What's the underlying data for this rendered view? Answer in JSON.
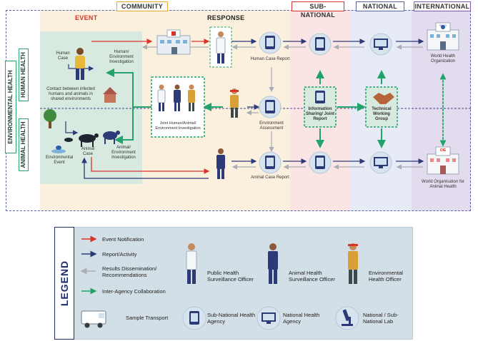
{
  "headers": {
    "event": "EVENT",
    "community": "COMMUNITY",
    "response": "RESPONSE",
    "subnational": "SUB- NATIONAL",
    "national": "NATIONAL",
    "international": "INTERNATIONAL"
  },
  "side_labels": {
    "environmental_health": "ENVIRONMENTAL HEALTH",
    "human_health": "HUMAN HEALTH",
    "animal_health": "ANIMAL HEALTH"
  },
  "nodes": {
    "human_case": "Human Case",
    "contact_between": "Contact between infected humans and animals in shared environments",
    "human_env_investigation": "Human/ Environment Investigation",
    "animal_case": "Animal Case",
    "animal_env_investigation": "Animal/ Environment Investigation",
    "environmental_event": "Environmental Event",
    "joint_investigation": "Joint Human/Animal/ Environment Investigation",
    "human_case_report": "Human Case Report",
    "environment_assessment": "Environment Assessment",
    "animal_case_report": "Animal Case Report",
    "info_sharing": "Information Sharing/ Joint Report",
    "technical_working_group": "Technical Working Group",
    "who": "World Health Organization",
    "woah": "World Organisation for Animal Health",
    "who_sign": "WHO",
    "woah_sign": "OIE"
  },
  "legend": {
    "title": "LEGEND",
    "arrows": [
      {
        "label": "Event Notification",
        "color": "#d9342b"
      },
      {
        "label": "Report/Activity",
        "color": "#2c3a78"
      },
      {
        "label": "Results Dissemination/ Recommendations",
        "color": "#a9adb5"
      },
      {
        "label": "Inter-Agency Collaboration",
        "color": "#21a36b"
      }
    ],
    "officers": [
      {
        "label": "Public Health Surveillance Officer",
        "icon": "public-health-officer-icon"
      },
      {
        "label": "Animal Health Surveillance Officer",
        "icon": "animal-health-officer-icon"
      },
      {
        "label": "Environmental Health Officer",
        "icon": "environmental-officer-icon"
      }
    ],
    "items": [
      {
        "label": "Sample Transport",
        "icon": "van-icon"
      },
      {
        "label": "Sub-National Health Agency",
        "icon": "tablet-icon"
      },
      {
        "label": "National Health Agency",
        "icon": "monitor-icon"
      },
      {
        "label": "National / Sub-National Lab",
        "icon": "microscope-icon"
      }
    ]
  },
  "colors": {
    "event_bg": "#d8e9df",
    "community_bg": "#fbf0dd",
    "subnational_bg": "#fbe4e4",
    "national_bg": "#e7ebf5",
    "international_bg": "#e3dcef",
    "green": "#21a36b",
    "navy": "#2c3a78",
    "red": "#d9342b",
    "grey": "#a9adb5",
    "legend_bg": "#d3dfe6"
  }
}
